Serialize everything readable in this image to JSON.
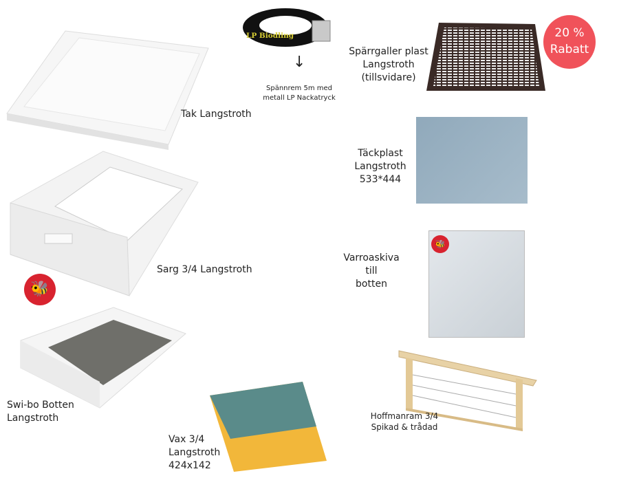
{
  "products": [
    {
      "id": "tak",
      "label": "Tak Langstroth"
    },
    {
      "id": "strap",
      "label_lines": [
        "Spännrem 5m med",
        "metall LP Nackatryck"
      ],
      "print": "LP Biodling"
    },
    {
      "id": "excluder",
      "label_lines": [
        "Spärrgaller plast",
        "Langstroth",
        "(tillsvidare)"
      ]
    },
    {
      "id": "cover",
      "label_lines": [
        "Täckplast",
        "Langstroth",
        "533*444"
      ]
    },
    {
      "id": "sarg",
      "label": "Sarg 3/4 Langstroth"
    },
    {
      "id": "varroa",
      "label_lines": [
        "Varroaskiva",
        "till",
        "botten"
      ]
    },
    {
      "id": "bottom",
      "label_lines": [
        "Swi-bo Botten",
        "Langstroth"
      ]
    },
    {
      "id": "frame",
      "label_lines": [
        "Hoffmanram 3/4",
        "Spikad & trådad"
      ]
    },
    {
      "id": "wax",
      "label_lines": [
        "Vax 3/4",
        "Langstroth",
        "424x142"
      ]
    }
  ],
  "discount_badge": {
    "lines": [
      "20 %",
      "Rabatt"
    ],
    "color": "#f0525a"
  },
  "arrow_icon": "arrow-down",
  "bee_badge_color": "#d8232f"
}
